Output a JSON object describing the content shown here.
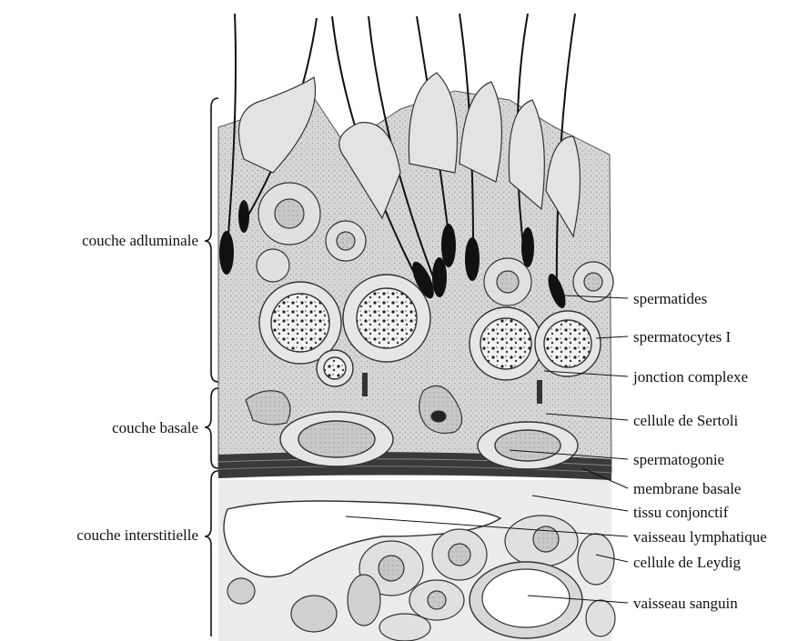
{
  "left_labels": {
    "adluminal": "couche adluminale",
    "basal": "couche basale",
    "interstitial": "couche interstitielle"
  },
  "right_labels": {
    "spermatides": "spermatides",
    "spermatocytes": "spermatocytes I",
    "jonction": "jonction complexe",
    "sertoli": "cellule de Sertoli",
    "spermatogonie": "spermatogonie",
    "membrane": "membrane basale",
    "tissu": "tissu conjonctif",
    "lymph": "vaisseau lymphatique",
    "leydig": "cellule de Leydig",
    "sanguin": "vaisseau sanguin"
  },
  "colors": {
    "ink": "#111111",
    "tissue_fill": "#d9d9d9",
    "cell_fill": "#e6e6e6",
    "nucleus_fill": "#bdbdbd",
    "vessel_fill": "#ffffff"
  }
}
